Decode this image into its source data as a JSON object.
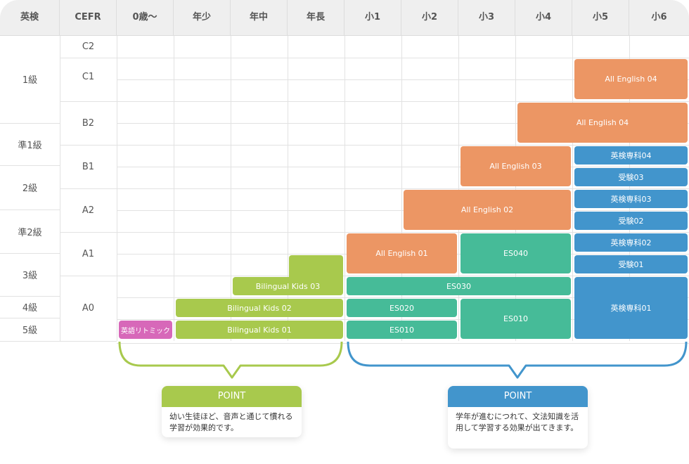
{
  "header": {
    "columns": [
      "英検",
      "CEFR",
      "0歳〜",
      "年少",
      "年中",
      "年長",
      "小1",
      "小2",
      "小3",
      "小4",
      "小5",
      "小6"
    ]
  },
  "eiken_levels": [
    "1級",
    "準1級",
    "2級",
    "準2級",
    "3級",
    "4級",
    "5級"
  ],
  "cefr_levels": [
    "C2",
    "C1",
    "B2",
    "B1",
    "A2",
    "A1",
    "A0"
  ],
  "colors": {
    "all_english": "#ec9664",
    "es": "#46bb98",
    "eiken_course": "#4295cc",
    "bilingual_kids": "#a8c94d",
    "rhythmic": "#d768b9"
  },
  "courses": {
    "all_english_04_top": "All English 04",
    "all_english_04": "All English 04",
    "all_english_03": "All English 03",
    "all_english_02": "All English 02",
    "all_english_01": "All English 01",
    "es040": "ES040",
    "es030": "ES030",
    "es020": "ES020",
    "es010_a": "ES010",
    "es010_b": "ES010",
    "eiken_04": "英検専科04",
    "juken_03": "受験03",
    "eiken_03": "英検専科03",
    "juken_02": "受験02",
    "eiken_02": "英検専科02",
    "juken_01": "受験01",
    "eiken_01": "英検専科01",
    "bilingual_03": "Bilingual Kids 03",
    "bilingual_02": "Bilingual Kids 02",
    "bilingual_01": "Bilingual Kids 01",
    "rhythmic": "英語リトミック"
  },
  "points": [
    {
      "title": "POINT",
      "text": "幼い生徒ほど、音声と通じて慣れる学習が効果的です。"
    },
    {
      "title": "POINT",
      "text": "学年が進むにつれて、文法知識を活用して学習する効果が出てきます。"
    }
  ]
}
